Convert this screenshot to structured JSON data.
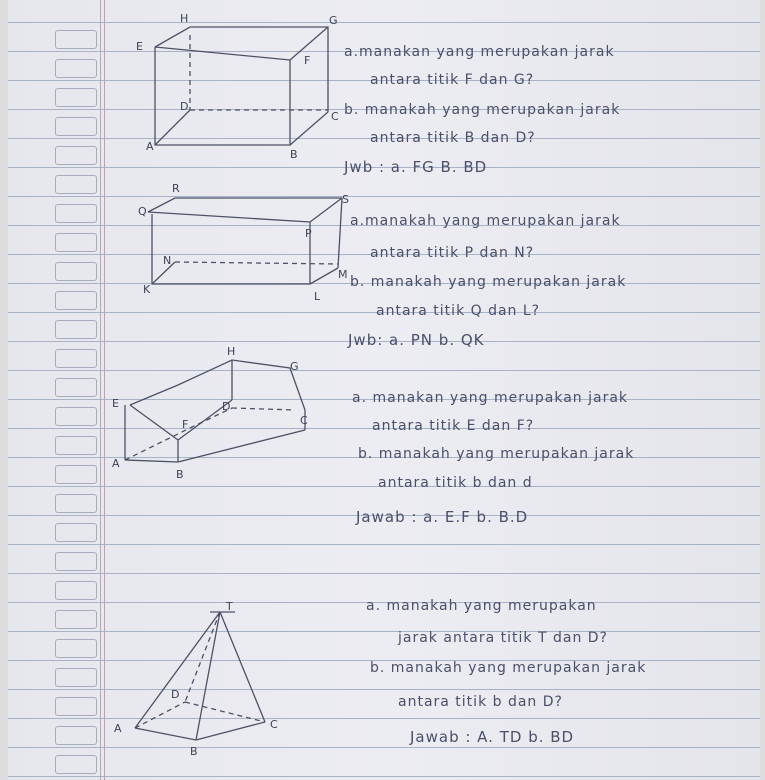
{
  "section1": {
    "labels": {
      "H": "H",
      "G": "G",
      "E": "E",
      "F": "F",
      "D": "D",
      "C": "C",
      "A": "A",
      "B": "B"
    },
    "lines": [
      "a.manakan yang merupakan jarak",
      "antara titik F dan G?",
      "b. manakah yang merupakan jarak",
      "antara titik B dan D?"
    ],
    "answer": "Jwb : a. FG      B. BD"
  },
  "section2": {
    "labels": {
      "R": "R",
      "Q": "Q",
      "S": "S",
      "P": "P",
      "N": "N",
      "K": "K",
      "L": "L",
      "M": "M"
    },
    "lines": [
      "a.manakah yang merupakan jarak",
      "antara titik P dan N?",
      "b. manakah yang merupakan jarak",
      "antara titik Q dan L?"
    ],
    "answer": "Jwb: a. PN   b. QK"
  },
  "section3": {
    "labels": {
      "H": "H",
      "G": "G",
      "E": "E",
      "D": "D",
      "C": "C",
      "F": "F",
      "A": "A",
      "B": "B"
    },
    "lines": [
      "a. manakan yang merupakan jarak",
      "antara titik E dan F?",
      "b. manakah yang merupakan jarak",
      "antara titik b dan d"
    ],
    "answer": "Jawab : a. E.F    b. B.D"
  },
  "section4": {
    "labels": {
      "T": "T",
      "D": "D",
      "A": "A",
      "C": "C",
      "B": "B"
    },
    "lines": [
      "a. manakah yang merupakan",
      "jarak antara titik T dan D?",
      "b. manakah yang merupakan jarak",
      "antara titik b dan D?"
    ],
    "answer": "Jawab : A. TD      b. BD"
  }
}
